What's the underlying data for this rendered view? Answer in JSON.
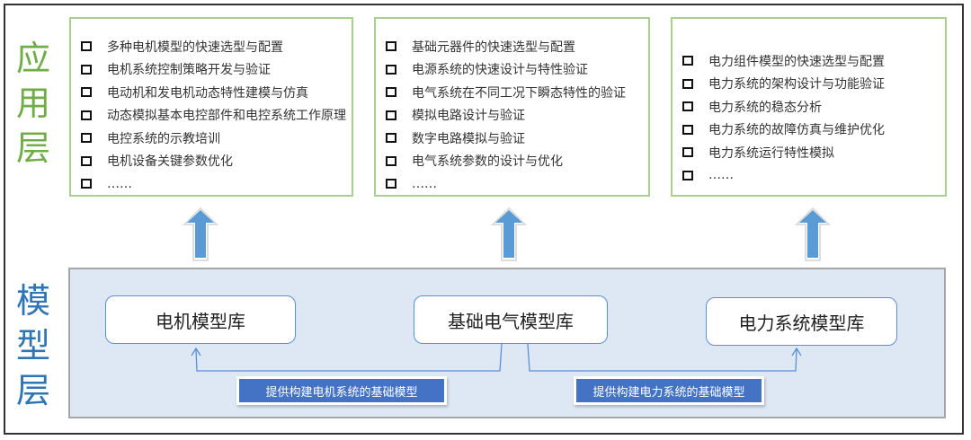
{
  "layers": {
    "application": {
      "label_chars": [
        "应",
        "用",
        "层"
      ],
      "color": "#70ad47",
      "boxes": [
        {
          "items": [
            "多种电机模型的快速选型与配置",
            "电机系统控制策略开发与验证",
            "电动机和发电机动态特性建模与仿真",
            "动态模拟基本电控部件和电控系统工作原理",
            "电控系统的示教培训",
            "电机设备关键参数优化",
            "……"
          ]
        },
        {
          "items": [
            "基础元器件的快速选型与配置",
            "电源系统的快速设计与特性验证",
            "电气系统在不同工况下瞬态特性的验证",
            "模拟电路设计与验证",
            "数字电路模拟与验证",
            "电气系统参数的设计与优化",
            "……"
          ]
        },
        {
          "items": [
            "电力组件模型的快速选型与配置",
            "电力系统的架构设计与功能验证",
            "电力系统的稳态分析",
            "电力系统的故障仿真与维护优化",
            "电力系统运行特性模拟",
            "……"
          ]
        }
      ]
    },
    "model": {
      "label_chars": [
        "模",
        "型",
        "层"
      ],
      "color": "#2e75b6",
      "libraries": [
        {
          "label": "电机模型库"
        },
        {
          "label": "基础电气模型库"
        },
        {
          "label": "电力系统模型库"
        }
      ],
      "connectors": [
        {
          "label": "提供构建电机系统的基础模型"
        },
        {
          "label": "提供构建电力系统的基础模型"
        }
      ]
    }
  },
  "colors": {
    "arrow_fill": "#5b9bd5",
    "panel_bg": "#dde8f4",
    "tag_bg": "#4472c4",
    "box_border": "#a9d18e"
  }
}
